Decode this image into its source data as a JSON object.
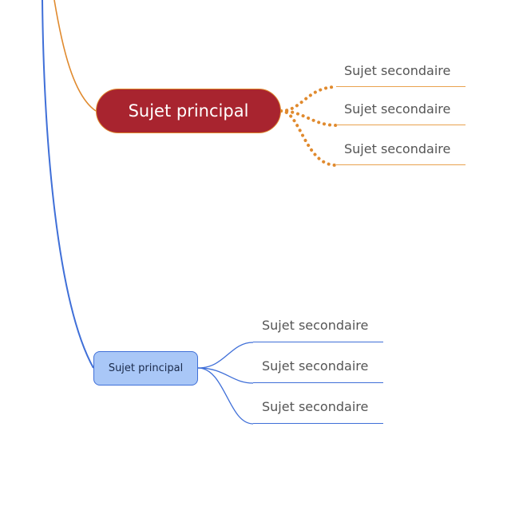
{
  "topics": {
    "main_top": {
      "label": "Sujet principal",
      "subtopics": [
        "Sujet secondaire",
        "Sujet secondaire",
        "Sujet secondaire"
      ]
    },
    "main_bottom": {
      "label": "Sujet principal",
      "subtopics": [
        "Sujet secondaire",
        "Sujet secondaire",
        "Sujet secondaire"
      ]
    }
  },
  "colors": {
    "orange_branch": "#e08a2e",
    "blue_branch": "#3f6fd8",
    "red_topic": "#a8242f",
    "blue_topic": "#a9c7f7"
  }
}
